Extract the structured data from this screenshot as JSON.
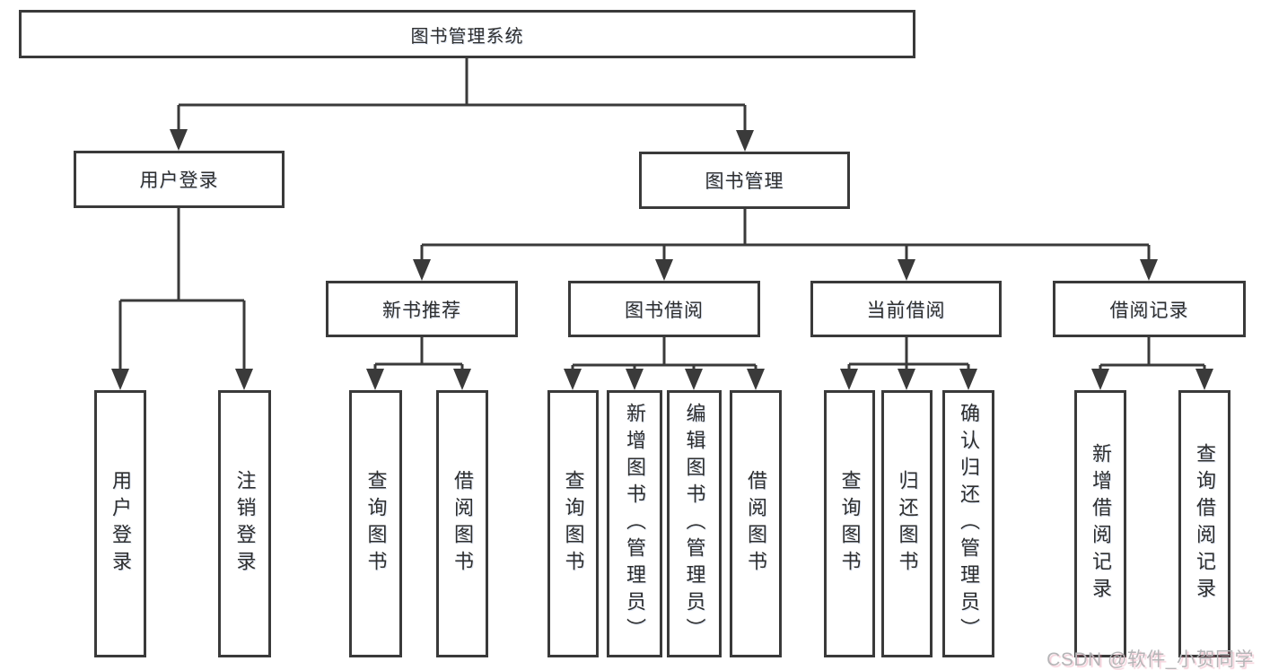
{
  "diagram": {
    "root": {
      "label": "图书管理系统"
    },
    "branches": {
      "user_login": {
        "label": "用户登录",
        "children": [
          "用户登录",
          "注销登录"
        ]
      },
      "book_mgmt": {
        "label": "图书管理",
        "sections": {
          "new_books": {
            "label": "新书推荐",
            "children": [
              "查询图书",
              "借阅图书"
            ]
          },
          "borrowing": {
            "label": "图书借阅",
            "children": [
              "查询图书",
              "新增图书（管理员）",
              "编辑图书（管理员）",
              "借阅图书"
            ]
          },
          "current": {
            "label": "当前借阅",
            "children": [
              "查询图书",
              "归还图书",
              "确认归还（管理员）"
            ]
          },
          "records": {
            "label": "借阅记录",
            "children": [
              "新增借阅记录",
              "查询借阅记录"
            ]
          }
        }
      }
    }
  },
  "watermark": {
    "text": "CSDN @软件_小贺同学"
  },
  "colors": {
    "line": "#3a3a3a",
    "text": "#2e2e2e",
    "watermark": "#b5b5b7",
    "background": "#ffffff"
  }
}
